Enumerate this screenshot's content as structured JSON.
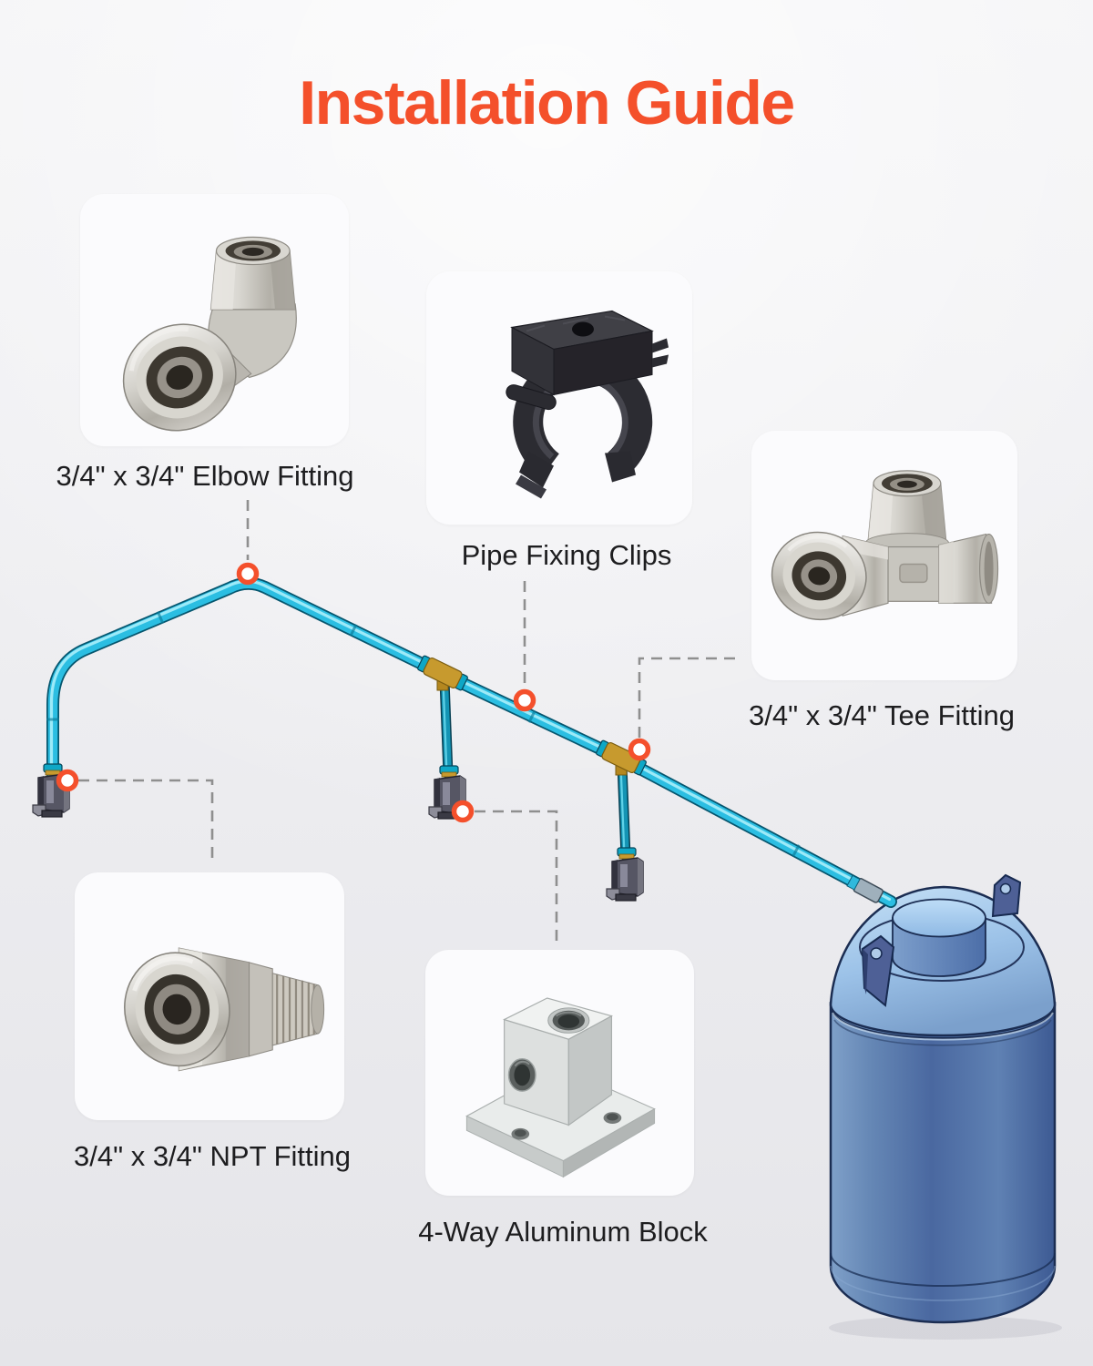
{
  "page": {
    "title": "Installation Guide"
  },
  "colors": {
    "accent_orange": "#F4502B",
    "pipe_cyan": "#2BBEE2",
    "drop_pipe_teal": "#1494B4",
    "brass_fitting_gold": "#C79A2E",
    "tank_blue": "#4A68A0",
    "tank_dome_blue": "#9CC2E8",
    "leader_gray": "#8F8F8F",
    "label_text": "#1D1D1F",
    "card_background": "#FBFBFD"
  },
  "parts": [
    {
      "id": "elbow-fitting",
      "label": "3/4\" x 3/4\" Elbow Fitting"
    },
    {
      "id": "pipe-fixing-clips",
      "label": "Pipe Fixing Clips"
    },
    {
      "id": "tee-fitting",
      "label": "3/4\" x 3/4\" Tee Fitting"
    },
    {
      "id": "npt-fitting",
      "label": "3/4\" x 3/4\" NPT Fitting"
    },
    {
      "id": "four-way-aluminum-block",
      "label": "4-Way Aluminum Block"
    }
  ]
}
